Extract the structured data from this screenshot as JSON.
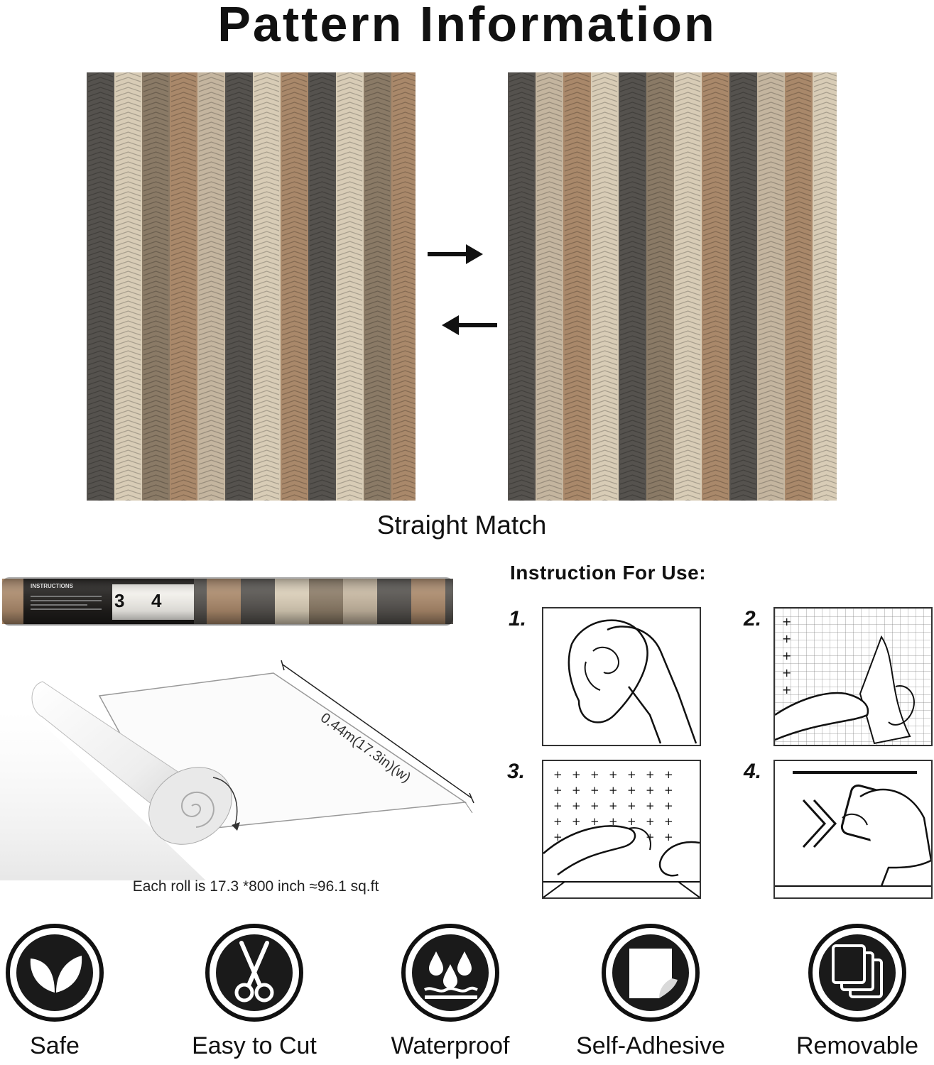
{
  "title": "Pattern Information",
  "match_caption": "Straight Match",
  "instructions": {
    "heading": "Instruction For Use:",
    "steps": [
      {
        "number": "1.",
        "icon": "wipe-surface-icon"
      },
      {
        "number": "2.",
        "icon": "peel-backing-icon"
      },
      {
        "number": "3.",
        "icon": "apply-to-wall-icon"
      },
      {
        "number": "4.",
        "icon": "smooth-squeegee-icon"
      }
    ]
  },
  "roll": {
    "packaging_label": "INSTRUCTIONS",
    "packaging_steps": [
      "3",
      "4"
    ],
    "dimension": "0.44m(17.3in)(w)",
    "caption": "Each roll is 17.3 *800 inch ≈96.1 sq.ft"
  },
  "features": [
    {
      "label": "Safe",
      "icon": "leaf-icon"
    },
    {
      "label": "Easy to Cut",
      "icon": "scissors-icon"
    },
    {
      "label": "Waterproof",
      "icon": "water-drops-icon"
    },
    {
      "label": "Self-Adhesive",
      "icon": "peeling-sheet-icon"
    },
    {
      "label": "Removable",
      "icon": "stacked-sheets-icon"
    }
  ],
  "colors": {
    "stripe_dark": "#55524e",
    "stripe_cream": "#d8ccb6",
    "stripe_tan": "#a9886a",
    "stripe_taupe": "#8a7a66",
    "stripe_light": "#c4b59f",
    "text": "#111111"
  }
}
